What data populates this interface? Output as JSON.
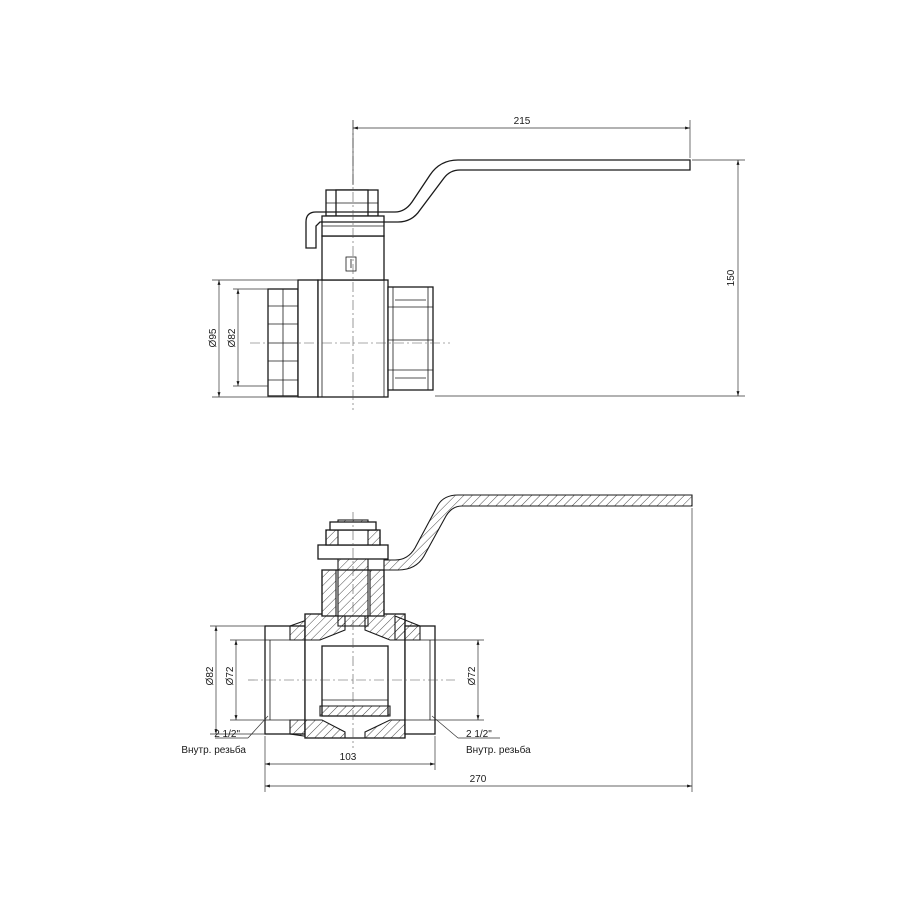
{
  "top_view": {
    "dim_lever_length": "215",
    "dim_height": "150",
    "dim_outer_diameter": "Ø95",
    "dim_inner_diameter": "Ø82"
  },
  "section_view": {
    "dim_outer_diameter": "Ø82",
    "dim_inner_diameter_left": "Ø72",
    "dim_inner_diameter_right": "Ø72",
    "dim_half_length": "103",
    "dim_total_length": "270",
    "thread_left": {
      "size": "2 1/2\"",
      "label": "Внутр. резьба"
    },
    "thread_right": {
      "size": "2 1/2\"",
      "label": "Внутр. резьба"
    }
  }
}
